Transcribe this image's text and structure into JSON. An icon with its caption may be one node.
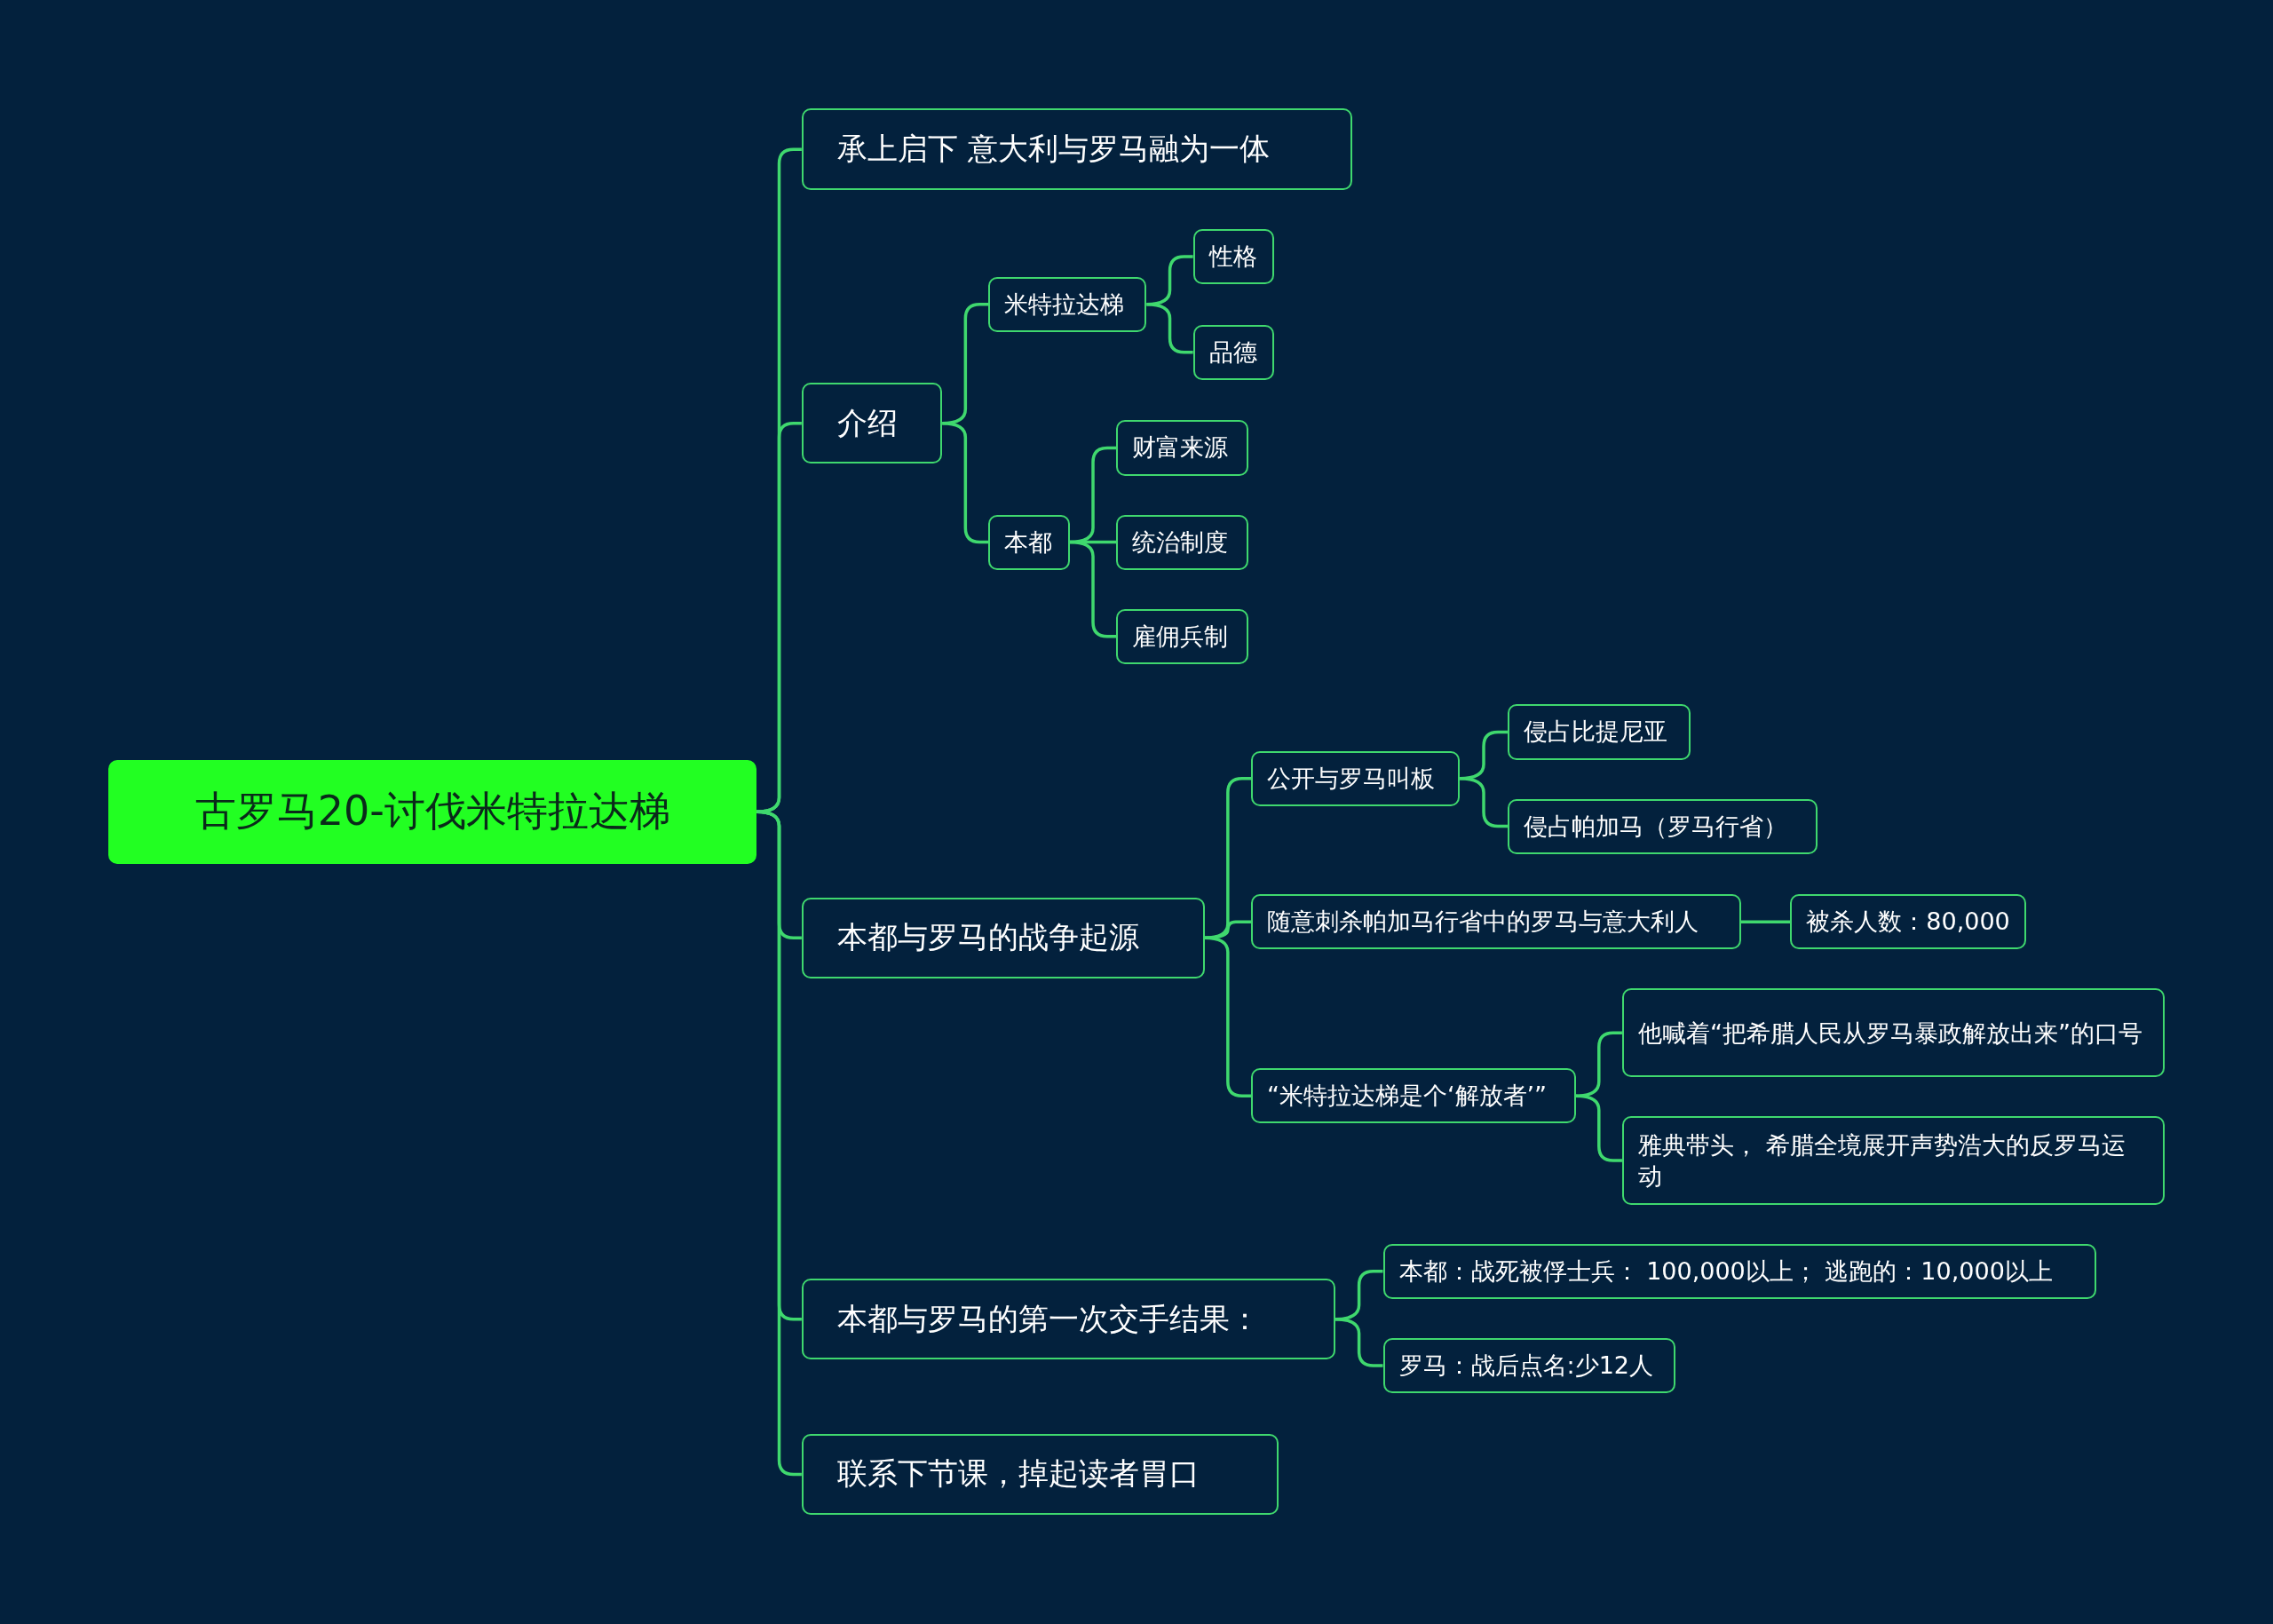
{
  "diagram": {
    "nodes": [
      {
        "text": [
          "古罗马20-讨伐米特拉达梯"
        ]
      },
      {
        "text": [
          "承上启下 意大利与罗马融为一体"
        ]
      },
      {
        "text": [
          "介绍"
        ]
      },
      {
        "text": [
          "米特拉达梯"
        ]
      },
      {
        "text": [
          "性格"
        ]
      },
      {
        "text": [
          "品德"
        ]
      },
      {
        "text": [
          "本都"
        ]
      },
      {
        "text": [
          "财富来源"
        ]
      },
      {
        "text": [
          "统治制度"
        ]
      },
      {
        "text": [
          "雇佣兵制"
        ]
      },
      {
        "text": [
          "本都与罗马的战争起源"
        ]
      },
      {
        "text": [
          "公开与罗马叫板"
        ]
      },
      {
        "text": [
          "侵占比提尼亚"
        ]
      },
      {
        "text": [
          "侵占帕加马（罗马行省）"
        ]
      },
      {
        "text": [
          "随意刺杀帕加马行省中的罗马与意大利人"
        ]
      },
      {
        "text": [
          "被杀人数：80,000"
        ]
      },
      {
        "text": [
          "“米特拉达梯是个‘解放者’”"
        ]
      },
      {
        "text": [
          "他喊着“把希腊人民从罗马暴政解放出来”的口号"
        ]
      },
      {
        "text": [
          "雅典带头， 希腊全境展开声势浩大的反罗马运动"
        ]
      },
      {
        "text": [
          "本都与罗马的第一次交手结果："
        ]
      },
      {
        "text": [
          "本都：战死被俘士兵： 100,000以上； 逃跑的：10,000以上"
        ]
      },
      {
        "text": [
          "罗马：战后点名:少12人"
        ]
      },
      {
        "text": [
          "联系下节课，掉起读者胃口"
        ]
      }
    ],
    "edges": [
      {
        "from": 0,
        "to": 1,
        "arrow": "none"
      },
      {
        "from": 0,
        "to": 2,
        "arrow": "none"
      },
      {
        "from": 2,
        "to": 3,
        "arrow": "none"
      },
      {
        "from": 3,
        "to": 4,
        "arrow": "none"
      },
      {
        "from": 3,
        "to": 5,
        "arrow": "none"
      },
      {
        "from": 2,
        "to": 6,
        "arrow": "none"
      },
      {
        "from": 6,
        "to": 7,
        "arrow": "none"
      },
      {
        "from": 6,
        "to": 8,
        "arrow": "none"
      },
      {
        "from": 6,
        "to": 9,
        "arrow": "none"
      },
      {
        "from": 0,
        "to": 10,
        "arrow": "none"
      },
      {
        "from": 10,
        "to": 11,
        "arrow": "none"
      },
      {
        "from": 11,
        "to": 12,
        "arrow": "none"
      },
      {
        "from": 11,
        "to": 13,
        "arrow": "none"
      },
      {
        "from": 10,
        "to": 14,
        "arrow": "none"
      },
      {
        "from": 14,
        "to": 15,
        "arrow": "none"
      },
      {
        "from": 10,
        "to": 16,
        "arrow": "none"
      },
      {
        "from": 16,
        "to": 17,
        "arrow": "none"
      },
      {
        "from": 16,
        "to": 18,
        "arrow": "none"
      },
      {
        "from": 0,
        "to": 19,
        "arrow": "none"
      },
      {
        "from": 19,
        "to": 20,
        "arrow": "none"
      },
      {
        "from": 19,
        "to": 21,
        "arrow": "none"
      },
      {
        "from": 0,
        "to": 22,
        "arrow": "none"
      }
    ]
  }
}
